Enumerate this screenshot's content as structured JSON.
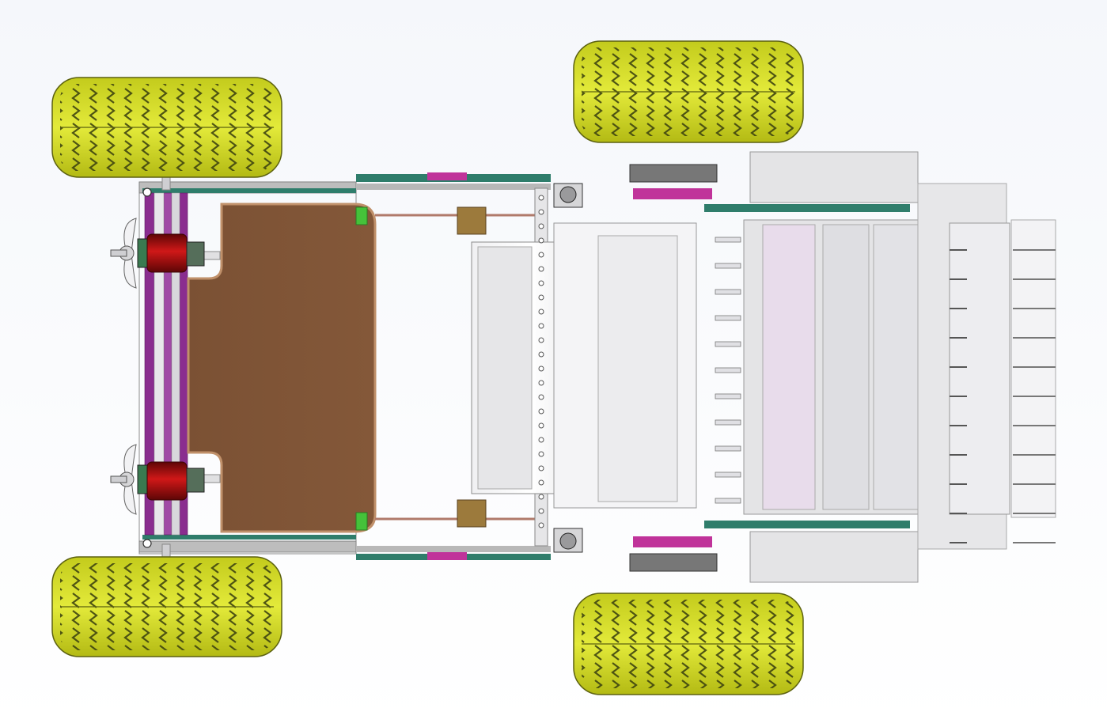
{
  "view": "top-view",
  "colors": {
    "background_top": "#f7f9fc",
    "background_bottom": "#ffffff",
    "tire": "#d7e02a",
    "tire_shade": "#a8b012",
    "tread": "#3f4510",
    "frame_purple": "#8a2d8f",
    "frame_green": "#2f7d6b",
    "frame_gray": "#9a9a9a",
    "motor_red": "#b01010",
    "motor_dark": "#5e0606",
    "panel_brown": "#7b5134",
    "panel_brown_edge": "#c0906a",
    "brass": "#9c7a3c",
    "magenta": "#c0339a",
    "lavender": "#e8dceb",
    "light_gray": "#e4e4e6",
    "steel": "#c9c9cc"
  },
  "components": [
    {
      "id": "rear-left-wheel",
      "type": "wheel"
    },
    {
      "id": "rear-right-wheel",
      "type": "wheel"
    },
    {
      "id": "front-left-wheel",
      "type": "wheel"
    },
    {
      "id": "front-right-wheel",
      "type": "wheel"
    },
    {
      "id": "upper-motor",
      "type": "motor"
    },
    {
      "id": "lower-motor",
      "type": "motor"
    },
    {
      "id": "upper-propeller",
      "type": "propeller"
    },
    {
      "id": "lower-propeller",
      "type": "propeller"
    },
    {
      "id": "storage-panel",
      "type": "panel"
    },
    {
      "id": "conveyor-belt",
      "type": "conveyor"
    },
    {
      "id": "collection-bin",
      "type": "bin"
    },
    {
      "id": "front-comb-rake",
      "type": "rake"
    },
    {
      "id": "upper-gearbox",
      "type": "gearbox"
    },
    {
      "id": "lower-gearbox",
      "type": "gearbox"
    }
  ]
}
